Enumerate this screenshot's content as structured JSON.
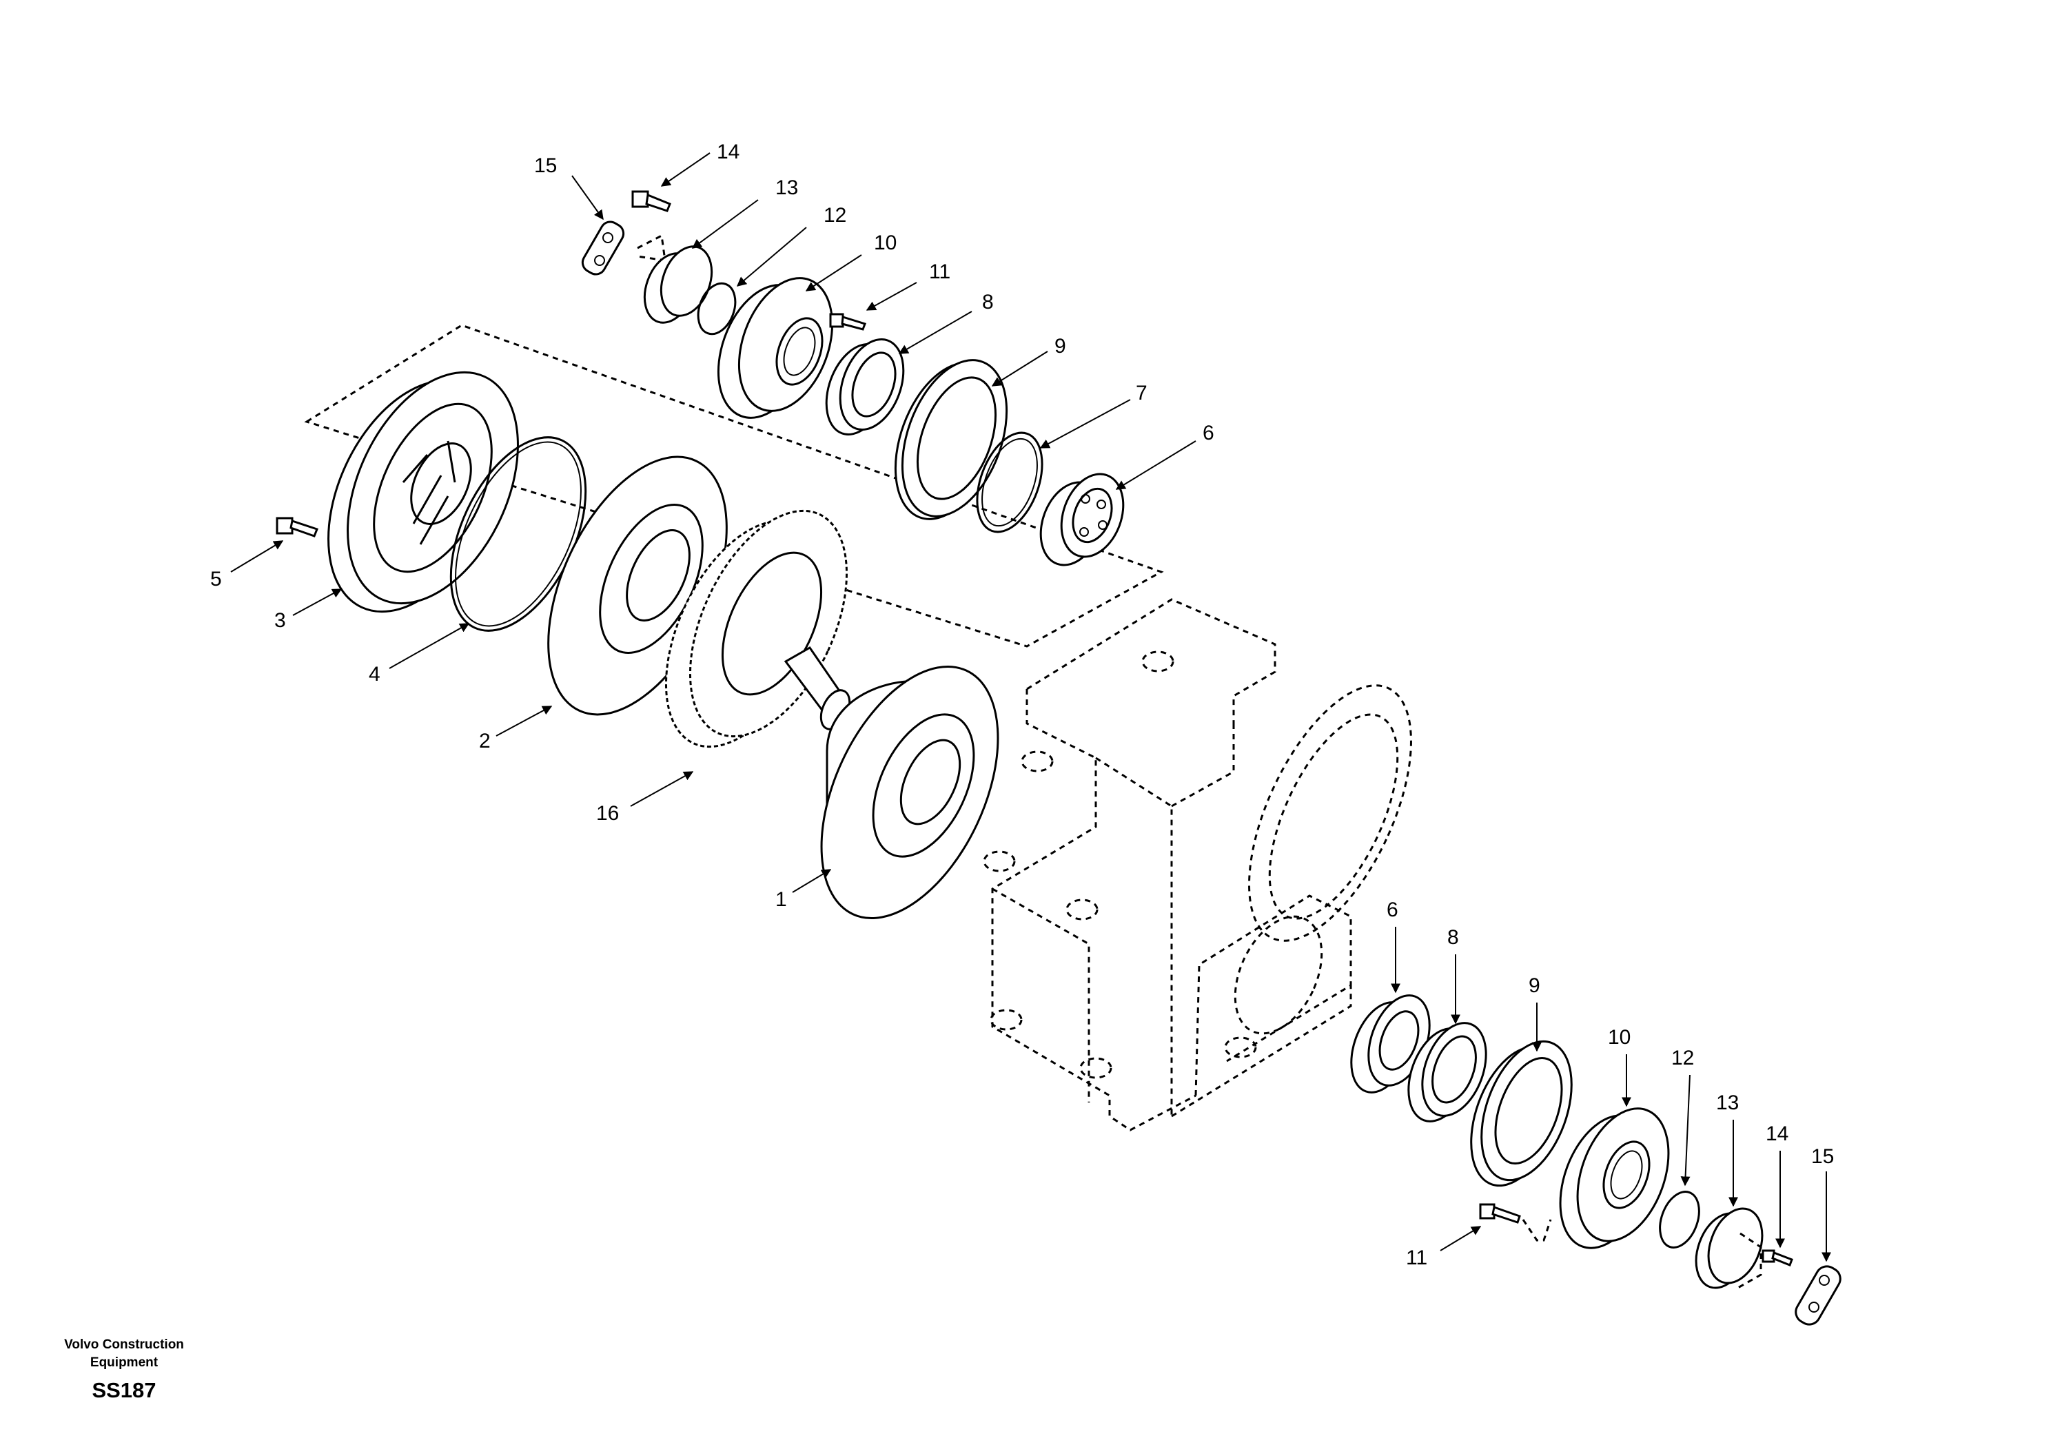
{
  "footer": {
    "manufacturer_line1": "Volvo Construction",
    "manufacturer_line2": "Equipment",
    "figure_code": "SS187"
  },
  "callouts": [
    {
      "id": "c-15-top",
      "label": "15"
    },
    {
      "id": "c-14-top",
      "label": "14"
    },
    {
      "id": "c-13-top",
      "label": "13"
    },
    {
      "id": "c-12-top",
      "label": "12"
    },
    {
      "id": "c-10-top",
      "label": "10"
    },
    {
      "id": "c-11-top",
      "label": "11"
    },
    {
      "id": "c-8-top",
      "label": "8"
    },
    {
      "id": "c-9-top",
      "label": "9"
    },
    {
      "id": "c-7",
      "label": "7"
    },
    {
      "id": "c-6-top",
      "label": "6"
    },
    {
      "id": "c-5",
      "label": "5"
    },
    {
      "id": "c-3",
      "label": "3"
    },
    {
      "id": "c-4",
      "label": "4"
    },
    {
      "id": "c-2",
      "label": "2"
    },
    {
      "id": "c-16",
      "label": "16"
    },
    {
      "id": "c-1",
      "label": "1"
    },
    {
      "id": "c-6-bot",
      "label": "6"
    },
    {
      "id": "c-8-bot",
      "label": "8"
    },
    {
      "id": "c-9-bot",
      "label": "9"
    },
    {
      "id": "c-10-bot",
      "label": "10"
    },
    {
      "id": "c-12-bot",
      "label": "12"
    },
    {
      "id": "c-13-bot",
      "label": "13"
    },
    {
      "id": "c-14-bot",
      "label": "14"
    },
    {
      "id": "c-15-bot",
      "label": "15"
    },
    {
      "id": "c-11-bot",
      "label": "11"
    }
  ]
}
